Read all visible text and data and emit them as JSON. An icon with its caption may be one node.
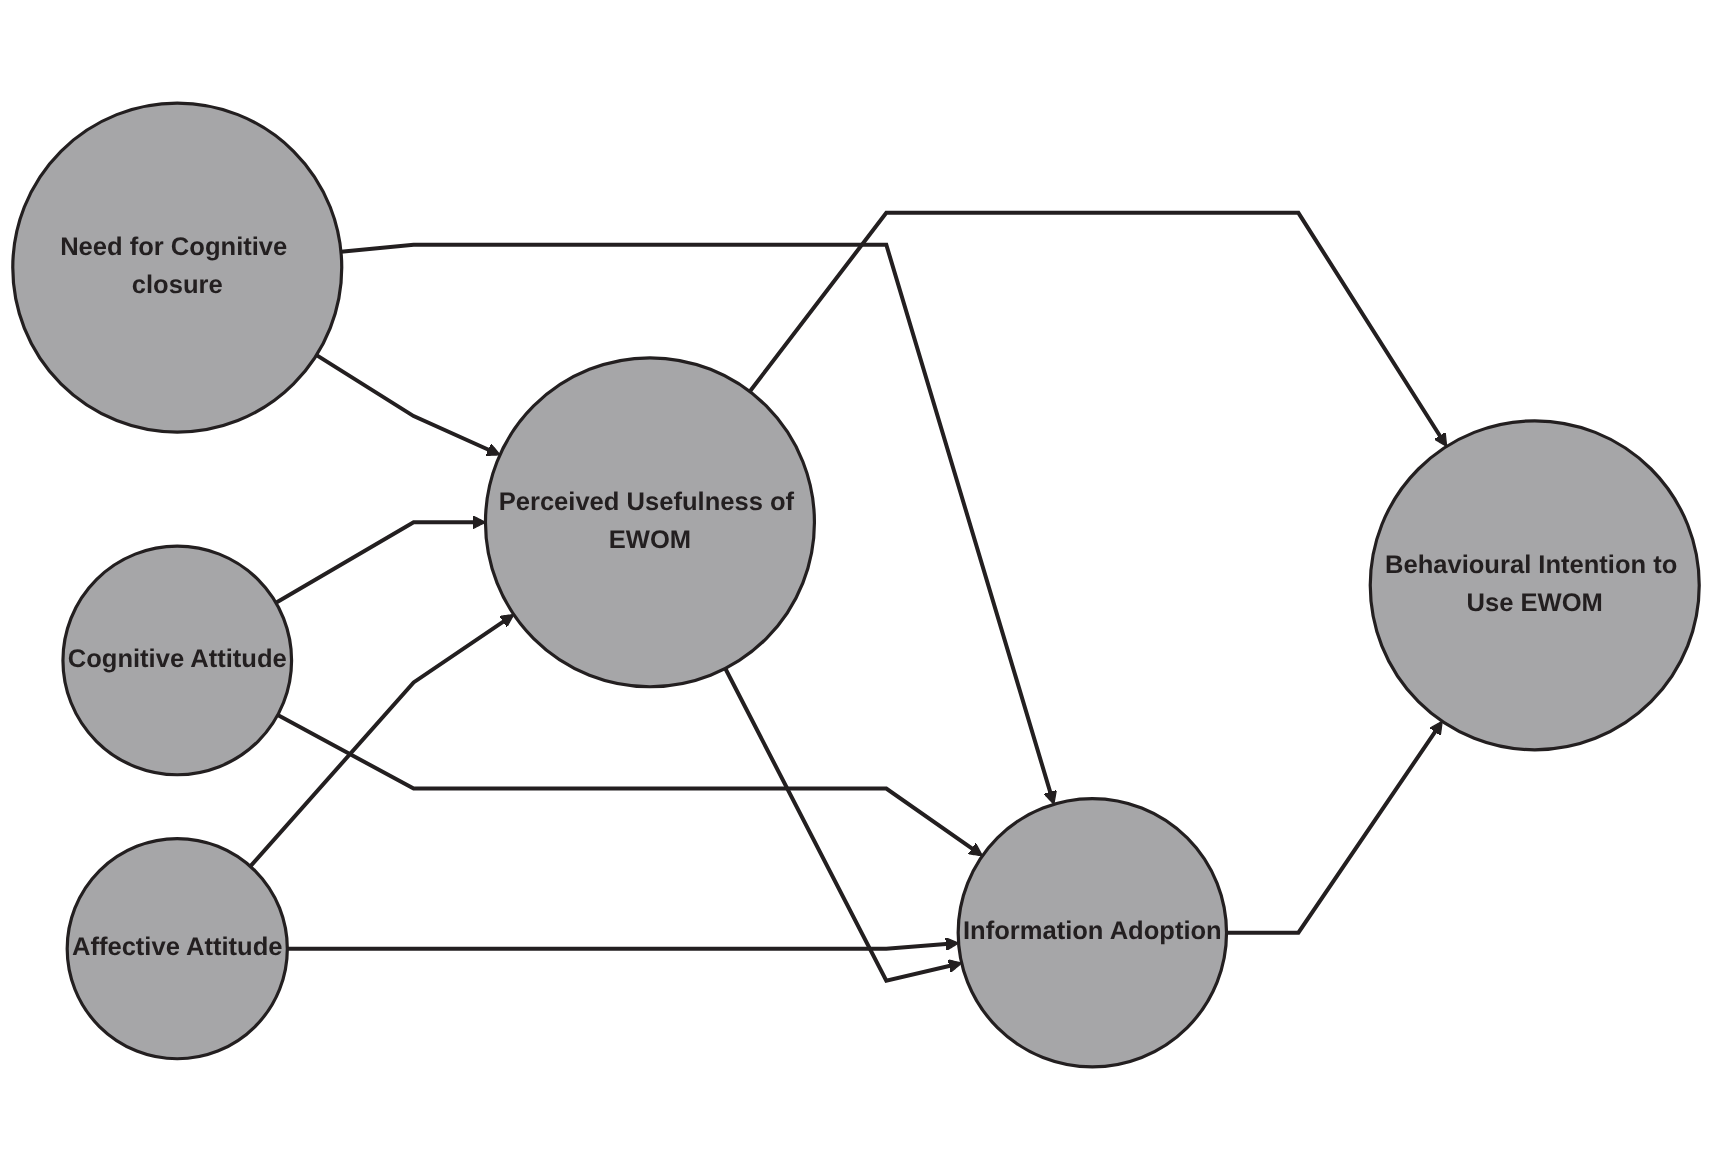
{
  "diagram": {
    "nodes": [
      {
        "text": [
          "Need for Cognitive closure"
        ]
      },
      {
        "text": [
          "Cognitive Attitude"
        ]
      },
      {
        "text": [
          "Affective Attitude"
        ]
      },
      {
        "text": [
          "Perceived Usefulness of EWOM"
        ]
      },
      {
        "text": [
          "Information Adoption"
        ]
      },
      {
        "text": [
          "Behavioural Intention to Use EWOM"
        ]
      }
    ],
    "edges": [
      {
        "from": 0,
        "to": 3,
        "arrow": "to"
      },
      {
        "from": 0,
        "to": 4,
        "arrow": "to"
      },
      {
        "from": 1,
        "to": 3,
        "arrow": "to"
      },
      {
        "from": 1,
        "to": 4,
        "arrow": "to"
      },
      {
        "from": 2,
        "to": 3,
        "arrow": "to"
      },
      {
        "from": 2,
        "to": 4,
        "arrow": "to"
      },
      {
        "from": 3,
        "to": 4,
        "arrow": "to"
      },
      {
        "from": 3,
        "to": 5,
        "arrow": "to"
      },
      {
        "from": 4,
        "to": 5,
        "arrow": "to"
      }
    ]
  }
}
